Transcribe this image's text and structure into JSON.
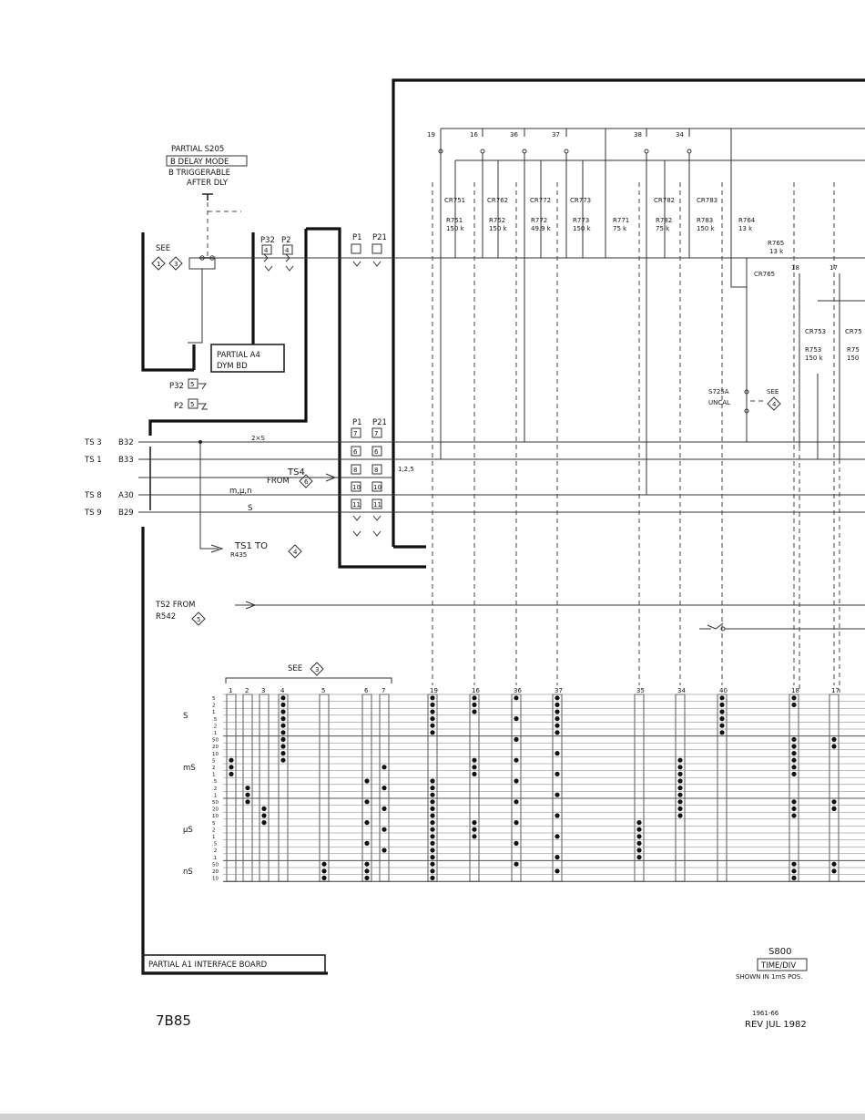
{
  "header": {
    "s205_title": "PARTIAL S205",
    "s205_line1": "B DELAY MODE",
    "s205_line2": "B TRIGGERABLE",
    "s205_line3": "AFTER DLY"
  },
  "refs": {
    "see": "SEE",
    "see_num_a": "1",
    "see_num_b": "3",
    "see_num_4": "4",
    "see_num_5": "5",
    "see_num_3": "3"
  },
  "boards": {
    "a4_line1": "PARTIAL A4",
    "a4_line2": "DYM BD",
    "a1": "PARTIAL A1 INTERFACE BOARD"
  },
  "connectors": {
    "p32": "P32",
    "p2": "P2",
    "p1": "P1",
    "p21": "P21",
    "pins_top": [
      "4",
      "4"
    ],
    "pin_5": "5",
    "pins_p1": [
      "7",
      "6",
      "8",
      "10",
      "11"
    ],
    "pins_p21": [
      "7",
      "6",
      "8",
      "10",
      "11"
    ]
  },
  "testpoints": [
    {
      "name": "TS 3",
      "pin": "B32"
    },
    {
      "name": "TS 1",
      "pin": "B33"
    },
    {
      "name": "TS 8",
      "pin": "A30"
    },
    {
      "name": "TS 9",
      "pin": "B29"
    }
  ],
  "wires": {
    "label_2xs": "2×S",
    "label_mun": "m,μ,n",
    "label_s": "S",
    "label_125": "1,2,5"
  },
  "signals": {
    "ts4_line1": "TS4",
    "ts4_line2": "FROM",
    "ts1_line1": "TS1 TO",
    "ts1_line2": "R435",
    "ts2_line1": "TS2 FROM",
    "ts2_line2": "R542"
  },
  "components": {
    "diodes": [
      "CR751",
      "CR762",
      "CR772",
      "CR773",
      "CR782",
      "CR783",
      "CR765",
      "CR753",
      "CR75"
    ],
    "resistors": [
      {
        "ref": "R751",
        "value": "150 k"
      },
      {
        "ref": "R752",
        "value": "150 k"
      },
      {
        "ref": "R772",
        "value": "49.9 k"
      },
      {
        "ref": "R773",
        "value": "150 k"
      },
      {
        "ref": "R771",
        "value": "75 k"
      },
      {
        "ref": "R782",
        "value": "75 k"
      },
      {
        "ref": "R783",
        "value": "150 k"
      },
      {
        "ref": "R764",
        "value": "13 k"
      },
      {
        "ref": "R765",
        "value": "13 k"
      },
      {
        "ref": "R753",
        "value": "150 k"
      },
      {
        "ref": "R75",
        "value": "150"
      }
    ],
    "switch_contacts_top": [
      "19",
      "16",
      "36",
      "37",
      "38",
      "34",
      "18",
      "17"
    ],
    "s725a_line1": "S725A",
    "s725a_line2": "UNCAL"
  },
  "chart": {
    "see_label": "SEE",
    "see_num": "3",
    "columns": [
      "1",
      "2",
      "3",
      "4",
      "5",
      "6",
      "7",
      "19",
      "16",
      "36",
      "37",
      "35",
      "34",
      "40",
      "18",
      "17"
    ],
    "groups": [
      {
        "unit": "S",
        "rows": [
          "5",
          "2",
          "1",
          ".5",
          ".2",
          ".1"
        ]
      },
      {
        "unit": "mS",
        "rows": [
          "50",
          "20",
          "10",
          "5",
          "2",
          "1",
          ".5",
          ".2",
          ".1"
        ]
      },
      {
        "unit": "μS",
        "rows": [
          "50",
          "20",
          "10",
          "5",
          "2",
          "1",
          ".5",
          ".2",
          ".1"
        ]
      },
      {
        "unit": "nS",
        "rows": [
          "50",
          "20",
          "10"
        ]
      }
    ]
  },
  "footer": {
    "switch": "S800",
    "switch_name": "TIME/DIV",
    "shown": "SHOWN IN 1mS POS.",
    "model": "7B85",
    "drawing_no": "1961-66",
    "revision": "REV JUL 1982"
  }
}
